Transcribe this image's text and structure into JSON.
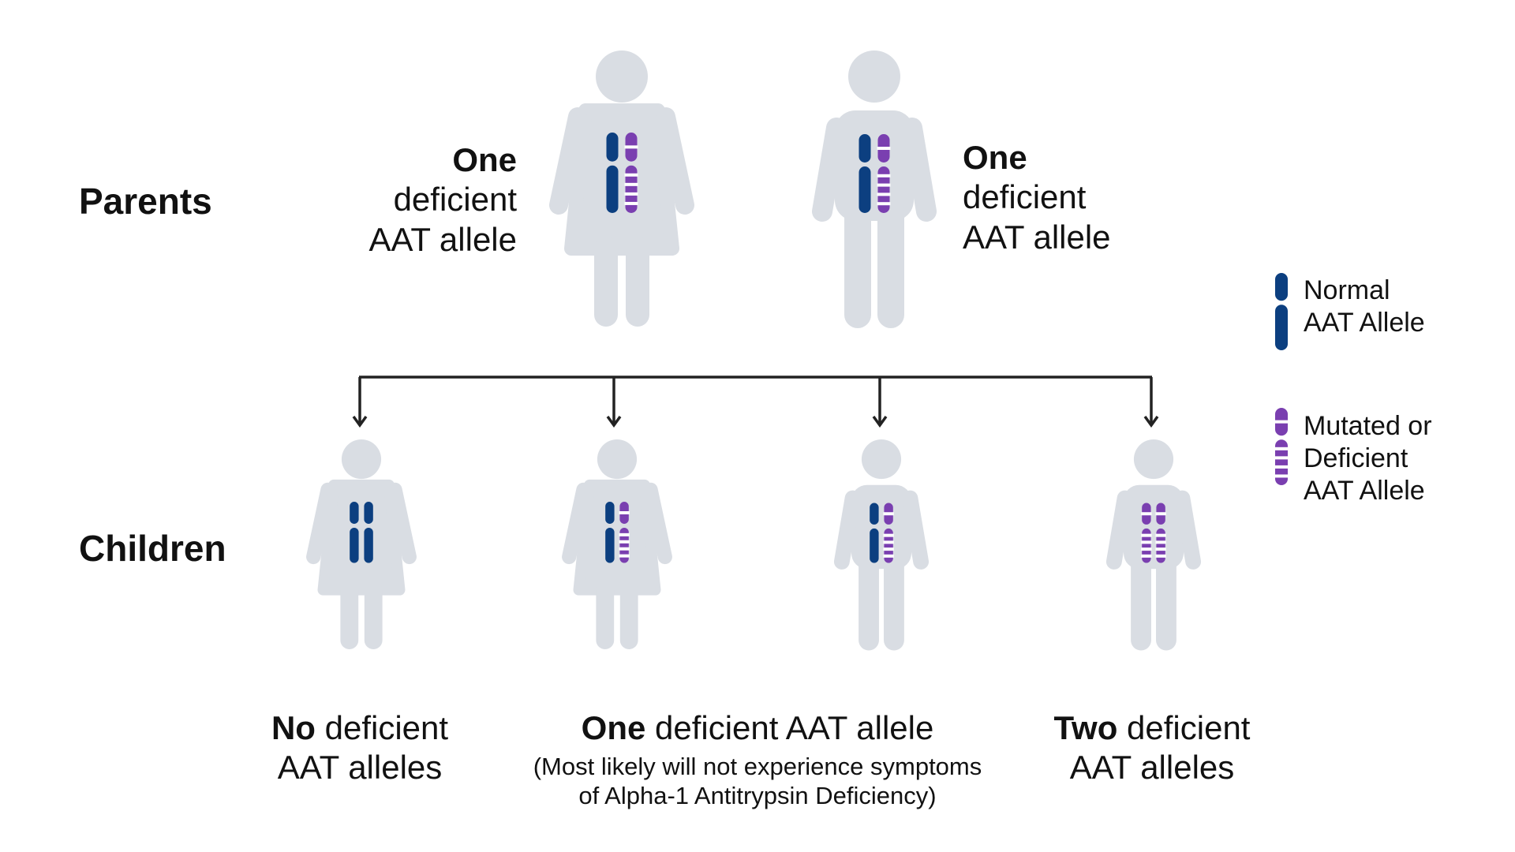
{
  "colors": {
    "figure": "#d9dde3",
    "normal_allele": "#0c3f80",
    "mutated_allele": "#7a3fb0",
    "arrow": "#222222"
  },
  "labels": {
    "parents": "Parents",
    "children": "Children"
  },
  "parents": [
    {
      "figure": "female",
      "alleles": [
        "normal",
        "mutated"
      ],
      "label_bold": "One",
      "label_line2": "deficient",
      "label_line3": "AAT allele"
    },
    {
      "figure": "male",
      "alleles": [
        "normal",
        "mutated"
      ],
      "label_bold": "One",
      "label_line2": "deficient",
      "label_line3": "AAT allele"
    }
  ],
  "children": [
    {
      "figure": "female",
      "alleles": [
        "normal",
        "normal"
      ],
      "label_bold": "No",
      "label_rest": " deficient",
      "label_line2": "AAT alleles"
    },
    {
      "figure": "female",
      "alleles": [
        "normal",
        "mutated"
      ]
    },
    {
      "figure": "male",
      "alleles": [
        "normal",
        "mutated"
      ]
    },
    {
      "figure": "male",
      "alleles": [
        "mutated",
        "mutated"
      ],
      "label_bold": "Two",
      "label_rest": " deficient",
      "label_line2": "AAT alleles"
    }
  ],
  "shared_label": {
    "bold": "One",
    "rest": " deficient AAT allele",
    "note_line1": "(Most likely will not experience symptoms",
    "note_line2": "of Alpha-1 Antitrypsin Deficiency)"
  },
  "legend": {
    "normal": {
      "line1": "Normal",
      "line2": "AAT Allele"
    },
    "mutated": {
      "line1": "Mutated or",
      "line2": "Deficient",
      "line3": "AAT Allele"
    }
  }
}
